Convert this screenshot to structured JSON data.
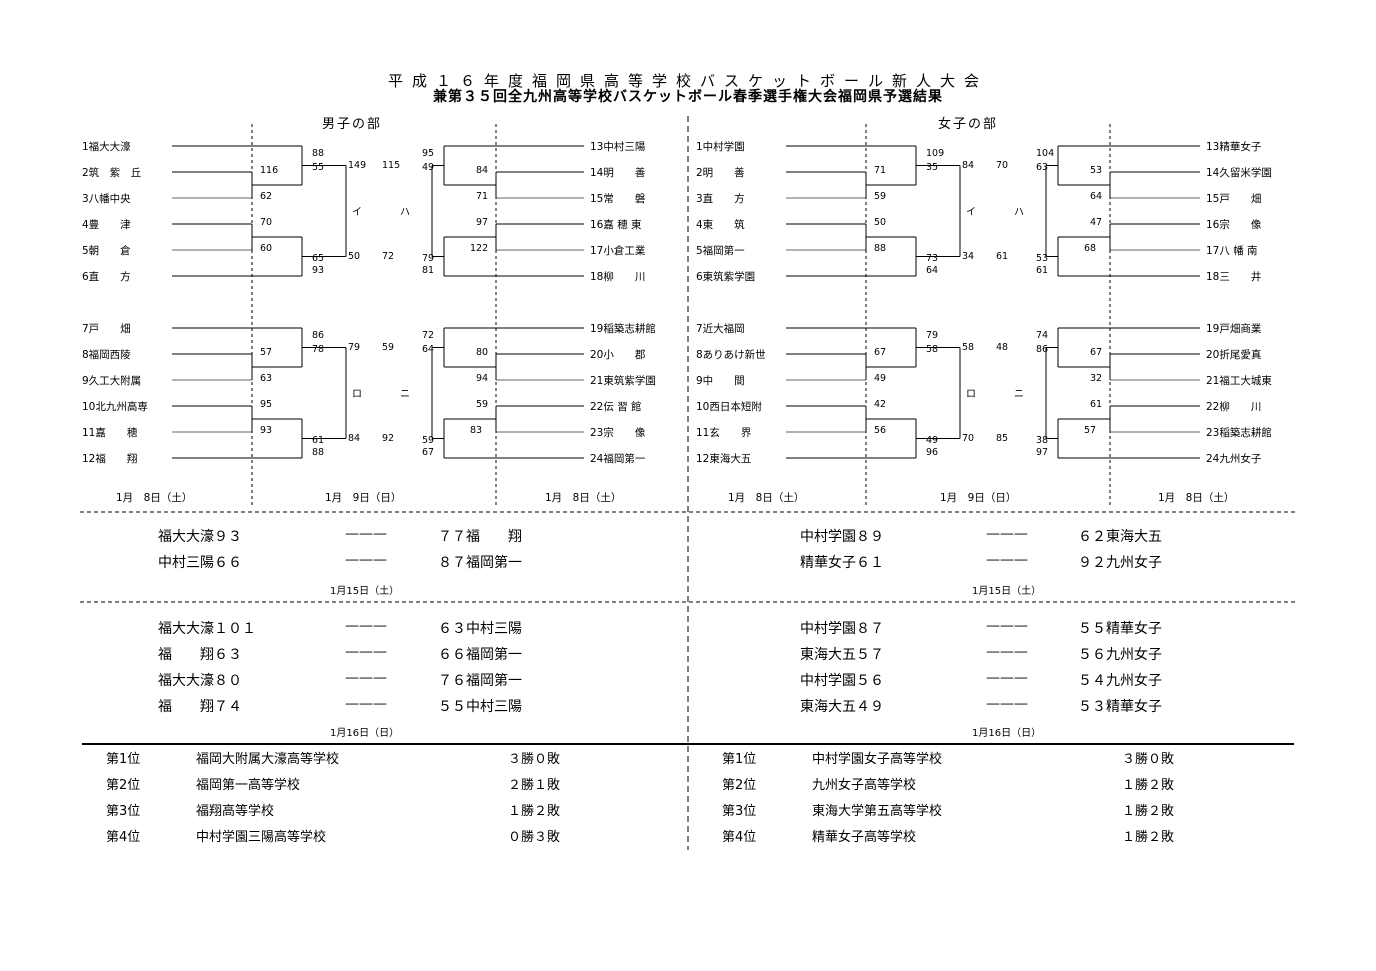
{
  "title": {
    "line1": "平成１６年度福岡県高等学校バスケットボール新人大会",
    "line2": "兼第３５回全九州高等学校バスケットボール春季選手権大会福岡県予選結果"
  },
  "brackets": [
    {
      "division": "男子の部",
      "teams_left": [
        "1福大大濠",
        "2筑　紫　丘",
        "3八幡中央",
        "4豊　　津",
        "5朝　　倉",
        "6直　　方",
        "7戸　　畑",
        "8福岡西陵",
        "9久工大附属",
        "10北九州高専",
        "11嘉　　穂",
        "12福　　翔"
      ],
      "teams_right": [
        "13中村三陽",
        "14明　　善",
        "15常　　磐",
        "16嘉 穂 東",
        "17小倉工業",
        "18柳　　川",
        "19稲築志耕館",
        "20小　　郡",
        "21東筑紫学園",
        "22伝 習 館",
        "23宗　　像",
        "24福岡第一"
      ],
      "scores_left": [
        [
          "116",
          "62",
          "70",
          "60",
          "88",
          "55",
          "65",
          "93"
        ],
        [
          "57",
          "63",
          "95",
          "93",
          "86",
          "78",
          "61",
          "88"
        ]
      ],
      "scores_right": [
        [
          "95",
          "49",
          "84",
          "71",
          "97",
          "79",
          "122",
          "81"
        ],
        [
          "72",
          "64",
          "80",
          "94",
          "59",
          "59",
          "83",
          "67"
        ]
      ],
      "pool_labels": [
        "イ",
        "ハ",
        "ロ",
        "ニ"
      ],
      "pool_scores": [
        "149",
        "50",
        "115",
        "72",
        "79",
        "84",
        "59",
        "92"
      ],
      "dates": [
        "1月　8日（土）",
        "1月　9日（日）",
        "1月　8日（土）"
      ]
    },
    {
      "division": "女子の部",
      "teams_left": [
        "1中村学園",
        "2明　　善",
        "3直　　方",
        "4東　　筑",
        "5福岡第一",
        "6東筑紫学園",
        "7近大福岡",
        "8ありあけ新世",
        "9中　　間",
        "10西日本短附",
        "11玄　　界",
        "12東海大五"
      ],
      "teams_right": [
        "13精華女子",
        "14久留米学園",
        "15戸　　畑",
        "16宗　　像",
        "17八 幡 南",
        "18三　　井",
        "19戸畑商業",
        "20折尾愛真",
        "21福工大城東",
        "22柳　　川",
        "23稲築志耕館",
        "24九州女子"
      ],
      "scores_left": [
        [
          "71",
          "59",
          "50",
          "88",
          "109",
          "35",
          "73",
          "64"
        ],
        [
          "67",
          "49",
          "42",
          "56",
          "79",
          "58",
          "49",
          "96"
        ]
      ],
      "scores_right": [
        [
          "104",
          "63",
          "53",
          "64",
          "47",
          "53",
          "68",
          "61"
        ],
        [
          "74",
          "86",
          "67",
          "32",
          "61",
          "38",
          "57",
          "97"
        ]
      ],
      "pool_labels": [
        "イ",
        "ハ",
        "ロ",
        "ニ"
      ],
      "pool_scores": [
        "84",
        "34",
        "70",
        "61",
        "58",
        "70",
        "48",
        "85"
      ],
      "dates": [
        "1月　8日（土）",
        "1月　9日（日）",
        "1月　8日（土）"
      ]
    }
  ],
  "finals": {
    "day1": {
      "date": "1月15日（土）",
      "boys": [
        {
          "left": "福大大濠９３",
          "dash": "———",
          "right": "７７福　　翔"
        },
        {
          "left": "中村三陽６６",
          "dash": "———",
          "right": "８７福岡第一"
        }
      ],
      "girls": [
        {
          "left": "中村学園８９",
          "dash": "———",
          "right": "６２東海大五"
        },
        {
          "left": "精華女子６１",
          "dash": "———",
          "right": "９２九州女子"
        }
      ]
    },
    "day2": {
      "date": "1月16日（日）",
      "boys": [
        {
          "left": "福大大濠１０１",
          "dash": "———",
          "right": "６３中村三陽"
        },
        {
          "left": "福　　翔６３",
          "dash": "———",
          "right": "６６福岡第一"
        },
        {
          "left": "福大大濠８０",
          "dash": "———",
          "right": "７６福岡第一"
        },
        {
          "left": "福　　翔７４",
          "dash": "———",
          "right": "５５中村三陽"
        }
      ],
      "girls": [
        {
          "left": "中村学園８７",
          "dash": "———",
          "right": "５５精華女子"
        },
        {
          "left": "東海大五５７",
          "dash": "———",
          "right": "５６九州女子"
        },
        {
          "left": "中村学園５６",
          "dash": "———",
          "right": "５４九州女子"
        },
        {
          "left": "東海大五４９",
          "dash": "———",
          "right": "５３精華女子"
        }
      ]
    }
  },
  "standings": {
    "boys": [
      {
        "rank": "第1位",
        "school": "福岡大附属大濠高等学校",
        "record": "３勝０敗"
      },
      {
        "rank": "第2位",
        "school": "福岡第一高等学校",
        "record": "２勝１敗"
      },
      {
        "rank": "第3位",
        "school": "福翔高等学校",
        "record": "１勝２敗"
      },
      {
        "rank": "第4位",
        "school": "中村学園三陽高等学校",
        "record": "０勝３敗"
      }
    ],
    "girls": [
      {
        "rank": "第1位",
        "school": "中村学園女子高等学校",
        "record": "３勝０敗"
      },
      {
        "rank": "第2位",
        "school": "九州女子高等学校",
        "record": "１勝２敗"
      },
      {
        "rank": "第3位",
        "school": "東海大学第五高等学校",
        "record": "１勝２敗"
      },
      {
        "rank": "第4位",
        "school": "精華女子高等学校",
        "record": "１勝２敗"
      }
    ]
  }
}
